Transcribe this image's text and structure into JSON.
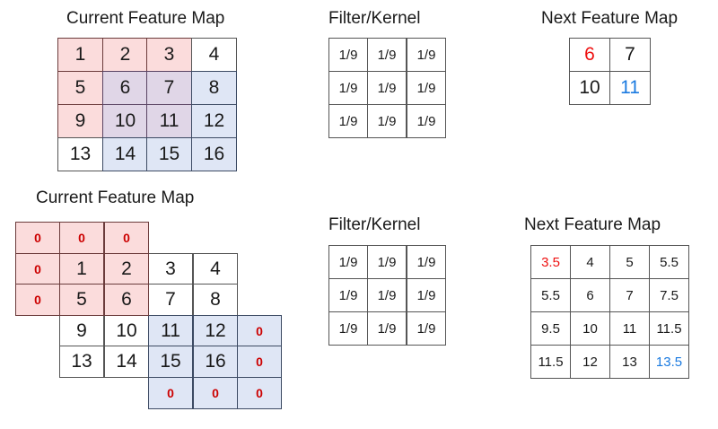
{
  "figure": {
    "title_current": "Current Feature Map",
    "title_filter": "Filter/Kernel",
    "title_next": "Next Feature Map"
  },
  "colors": {
    "highlight_pink": "#fbdcdc",
    "highlight_blue": "#dfe6f5",
    "overlap_purple": "#e0d6e7",
    "red_text": "#ee1111",
    "blue_text": "#1a7ae0",
    "zero_red": "#cc0000"
  },
  "row_top": {
    "current_feature_map": {
      "caption": "Current Feature Map",
      "rows": 4,
      "cols": 4,
      "values": [
        [
          "1",
          "2",
          "3",
          "4"
        ],
        [
          "5",
          "6",
          "7",
          "8"
        ],
        [
          "9",
          "10",
          "11",
          "12"
        ],
        [
          "13",
          "14",
          "15",
          "16"
        ]
      ],
      "shading": [
        [
          "pink",
          "pink",
          "pink",
          ""
        ],
        [
          "pink",
          "purple",
          "purple",
          "blue"
        ],
        [
          "pink",
          "purple",
          "purple",
          "blue"
        ],
        [
          "",
          "blue",
          "blue",
          "blue"
        ]
      ]
    },
    "filter_kernel": {
      "caption": "Filter/Kernel",
      "rows": 3,
      "cols": 3,
      "values": [
        [
          "1/9",
          "1/9",
          "1/9"
        ],
        [
          "1/9",
          "1/9",
          "1/9"
        ],
        [
          "1/9",
          "1/9",
          "1/9"
        ]
      ]
    },
    "next_feature_map": {
      "caption": "Next Feature Map",
      "rows": 2,
      "cols": 2,
      "values": [
        [
          "6",
          "7"
        ],
        [
          "10",
          "11"
        ]
      ],
      "text_colors": [
        [
          "red",
          ""
        ],
        [
          "",
          "blue"
        ]
      ]
    }
  },
  "row_bottom": {
    "current_feature_map": {
      "caption": "Current Feature Map",
      "rows": 6,
      "cols": 6,
      "note": "zero-padded 4x4 map; padding cells show 0",
      "values": [
        [
          "0",
          "0",
          "0",
          "",
          "",
          ""
        ],
        [
          "0",
          "1",
          "2",
          "3",
          "4",
          ""
        ],
        [
          "0",
          "5",
          "6",
          "7",
          "8",
          ""
        ],
        [
          "",
          "9",
          "10",
          "11",
          "12",
          "0"
        ],
        [
          "",
          "13",
          "14",
          "15",
          "16",
          "0"
        ],
        [
          "",
          "",
          "",
          "0",
          "0",
          "0"
        ]
      ],
      "pink_window": [
        "0",
        "0",
        "0",
        "0",
        "1",
        "2",
        "0",
        "5",
        "6"
      ],
      "blue_window": [
        "11",
        "12",
        "0",
        "15",
        "16",
        "0",
        "0",
        "0",
        "0"
      ]
    },
    "filter_kernel": {
      "caption": "Filter/Kernel",
      "rows": 3,
      "cols": 3,
      "values": [
        [
          "1/9",
          "1/9",
          "1/9"
        ],
        [
          "1/9",
          "1/9",
          "1/9"
        ],
        [
          "1/9",
          "1/9",
          "1/9"
        ]
      ]
    },
    "next_feature_map": {
      "caption": "Next Feature Map",
      "rows": 4,
      "cols": 4,
      "values": [
        [
          "3.5",
          "4",
          "5",
          "5.5"
        ],
        [
          "5.5",
          "6",
          "7",
          "7.5"
        ],
        [
          "9.5",
          "10",
          "11",
          "11.5"
        ],
        [
          "11.5",
          "12",
          "13",
          "13.5"
        ]
      ],
      "text_colors": [
        [
          "red",
          "",
          "",
          ""
        ],
        [
          "",
          "",
          "",
          ""
        ],
        [
          "",
          "",
          "",
          ""
        ],
        [
          "",
          "",
          "",
          "blue"
        ]
      ]
    }
  }
}
